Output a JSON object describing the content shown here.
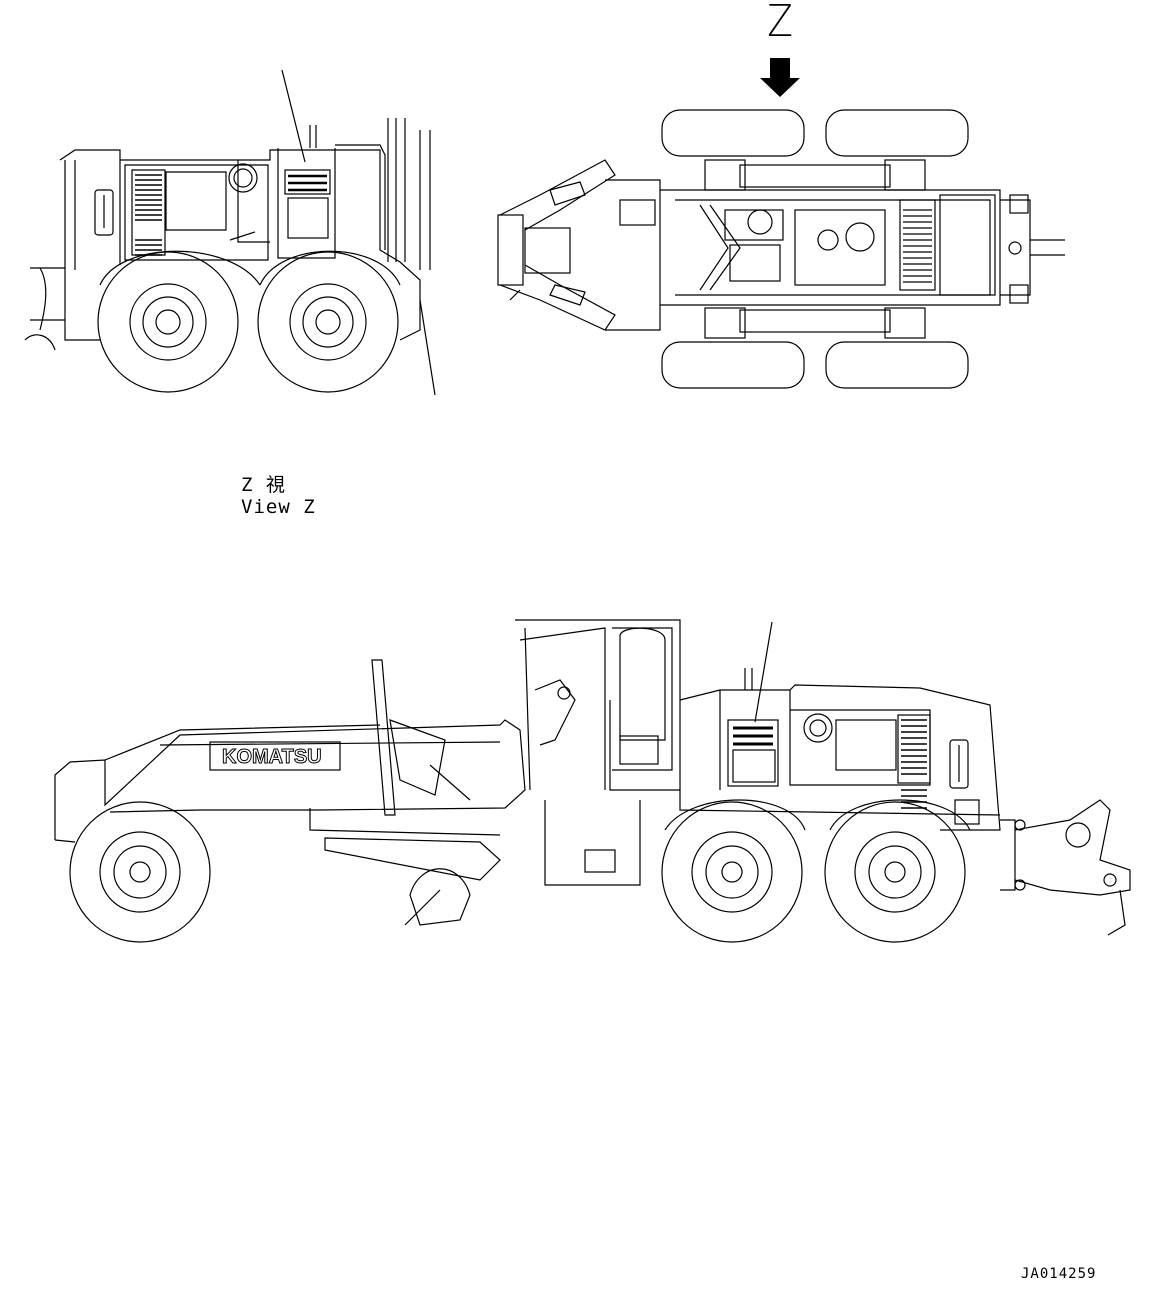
{
  "view_label": {
    "letter": "Z"
  },
  "view_caption": {
    "japanese": "Z 視",
    "english": "View Z"
  },
  "brand_logo": "KOMATSU",
  "drawing_number": "JA014259",
  "colors": {
    "line": "#000000",
    "background": "#ffffff"
  }
}
